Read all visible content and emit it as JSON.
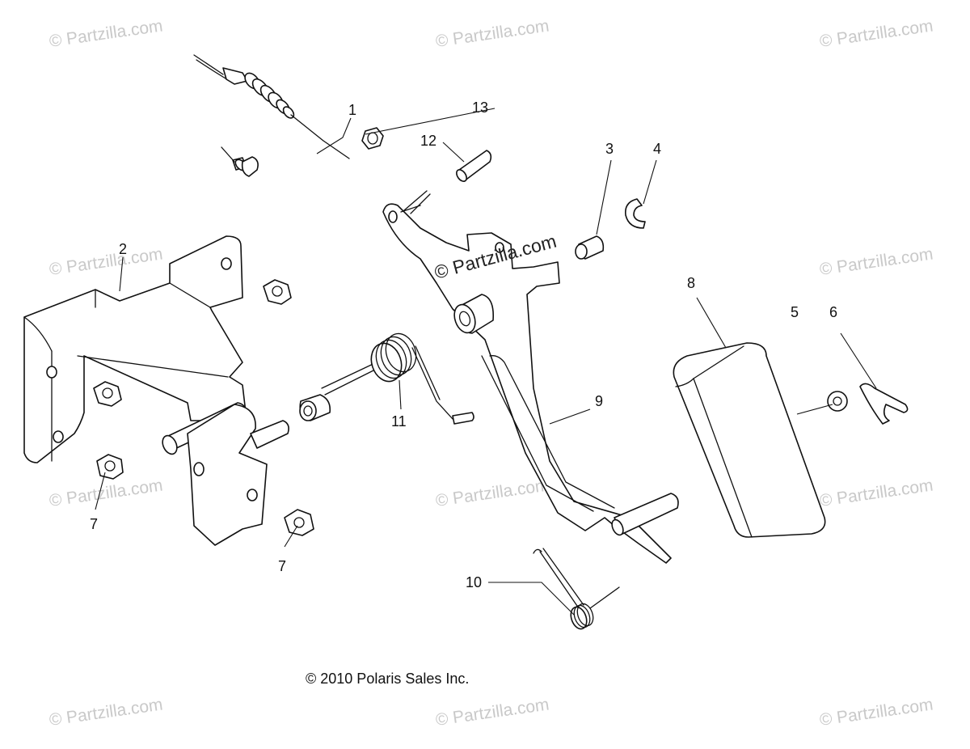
{
  "watermark": "© Partzilla.com",
  "copyright": "© 2010 Polaris Sales Inc.",
  "callouts": [
    "1",
    "2",
    "3",
    "4",
    "5",
    "6",
    "7",
    "7",
    "8",
    "9",
    "10",
    "11",
    "12",
    "13"
  ]
}
